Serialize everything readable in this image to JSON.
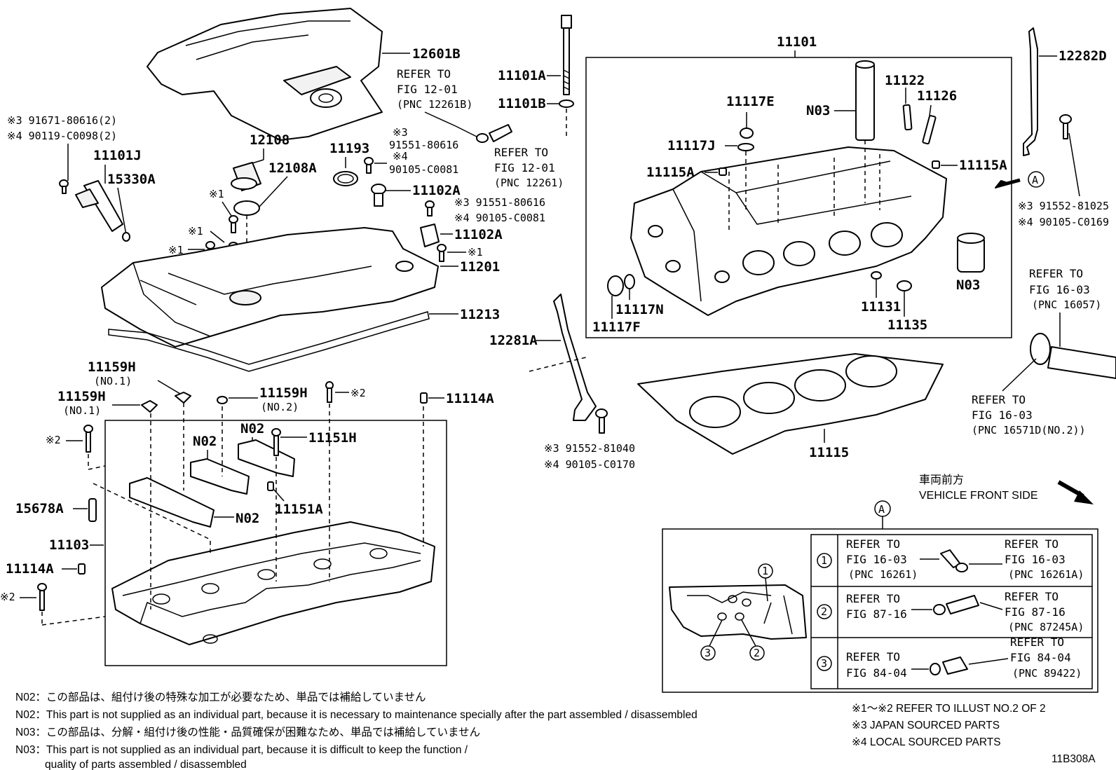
{
  "diagram_id": "11B308A",
  "labels": {
    "p12601B": "12601B",
    "refer_fig_12_01_a_1": "REFER TO",
    "refer_fig_12_01_a_2": "FIG 12-01",
    "refer_fig_12_01_a_3": "(PNC 12261B)",
    "p11101A": "11101A",
    "p11101B": "11101B",
    "p11101": "11101",
    "p12282D": "12282D",
    "note3_91671": "※3 91671-80616(2)",
    "note4_90119": "※4 90119-C0098(2)",
    "p11101J": "11101J",
    "p15330A": "15330A",
    "p12108": "12108",
    "p12108A": "12108A",
    "p11193": "11193",
    "note3_91551_a_1": "※3",
    "note3_91551_a_2": "91551-80616",
    "note4_90105_a_1": "※4",
    "note4_90105_a_2": "90105-C0081",
    "refer_fig_12_01_b_1": "REFER TO",
    "refer_fig_12_01_b_2": "FIG 12-01",
    "refer_fig_12_01_b_3": "(PNC 12261)",
    "p11102A_1": "11102A",
    "note3_91551_b": "※3 91551-80616",
    "note4_90105_b": "※4 90105-C0081",
    "p11102A_2": "11102A",
    "mark1_a": "※1",
    "mark1_b": "※1",
    "mark1_c": "※1",
    "mark1_d": "※1",
    "p11201": "11201",
    "p11213": "11213",
    "p11117E": "11117E",
    "p11122": "11122",
    "p11126": "11126",
    "pN03_a": "N03",
    "p11117J": "11117J",
    "p11115A_1": "11115A",
    "p11115A_2": "11115A",
    "note3_91552_81025": "※3 91552-81025",
    "note4_90105_C0169": "※4 90105-C0169",
    "pN03_b": "N03",
    "refer_fig_16_03_a_1": "REFER TO",
    "refer_fig_16_03_a_2": "FIG 16-03",
    "refer_fig_16_03_a_3": "(PNC 16057)",
    "p11117N": "11117N",
    "p11117F": "11117F",
    "p11131": "11131",
    "p11135": "11135",
    "p12281A": "12281A",
    "p11159H_1": "11159H",
    "p11159H_1_sub": "(NO.1)",
    "p11159H_2": "11159H",
    "p11159H_2_sub": "(NO.1)",
    "p11159H_3": "11159H",
    "p11159H_3_sub": "(NO.2)",
    "mark2_a": "※2",
    "p11114A_1": "11114A",
    "refer_fig_16_03_b_1": "REFER TO",
    "refer_fig_16_03_b_2": "FIG 16-03",
    "refer_fig_16_03_b_3": "(PNC 16571D(NO.2))",
    "mark2_b": "※2",
    "pN02_a": "N02",
    "pN02_b": "N02",
    "p11151H": "11151H",
    "note3_91552_81040": "※3 91552-81040",
    "note4_90105_C0170": "※4 90105-C0170",
    "p11115": "11115",
    "p15678A": "15678A",
    "pN02_c": "N02",
    "p11151A": "11151A",
    "vehicle_front_jp": "車両前方",
    "vehicle_front_en": "VEHICLE FRONT SIDE",
    "view_a": "A",
    "view_a2": "A",
    "p11103": "11103",
    "p11114A_2": "11114A",
    "mark2_c": "※2"
  },
  "detail_table": [
    {
      "num": "1",
      "left1": "REFER TO",
      "left2": "FIG 16-03",
      "left3": "(PNC 16261)",
      "right1": "REFER TO",
      "right2": "FIG 16-03",
      "right3": "(PNC 16261A)"
    },
    {
      "num": "2",
      "left1": "REFER TO",
      "left2": "FIG 87-16",
      "left3": "",
      "right1": "REFER TO",
      "right2": "FIG 87-16",
      "right3": "(PNC 87245A)"
    },
    {
      "num": "3",
      "left1": "REFER TO",
      "left2": "FIG 84-04",
      "left3": "",
      "right1": "REFER TO",
      "right2": "FIG 84-04",
      "right3": "(PNC 89422)"
    }
  ],
  "callouts": {
    "c1": "1",
    "c2": "2",
    "c3": "3"
  },
  "notes": [
    "N02：この部品は、組付け後の特殊な加工が必要なため、単品では補給していません",
    "N02：This part is not supplied as an individual part, because it is necessary to maintenance specially after the part assembled / disassembled",
    "N03：この部品は、分解・組付け後の性能・品質確保が困難なため、単品では補給していません",
    "N03：This part is not supplied as an individual part, because it is difficult to keep the function /",
    "quality of parts  assembled / disassembled"
  ],
  "legend": [
    "※1〜※2  REFER TO ILLUST NO.2 OF 2",
    "※3 JAPAN SOURCED PARTS",
    "※4 LOCAL SOURCED PARTS"
  ]
}
